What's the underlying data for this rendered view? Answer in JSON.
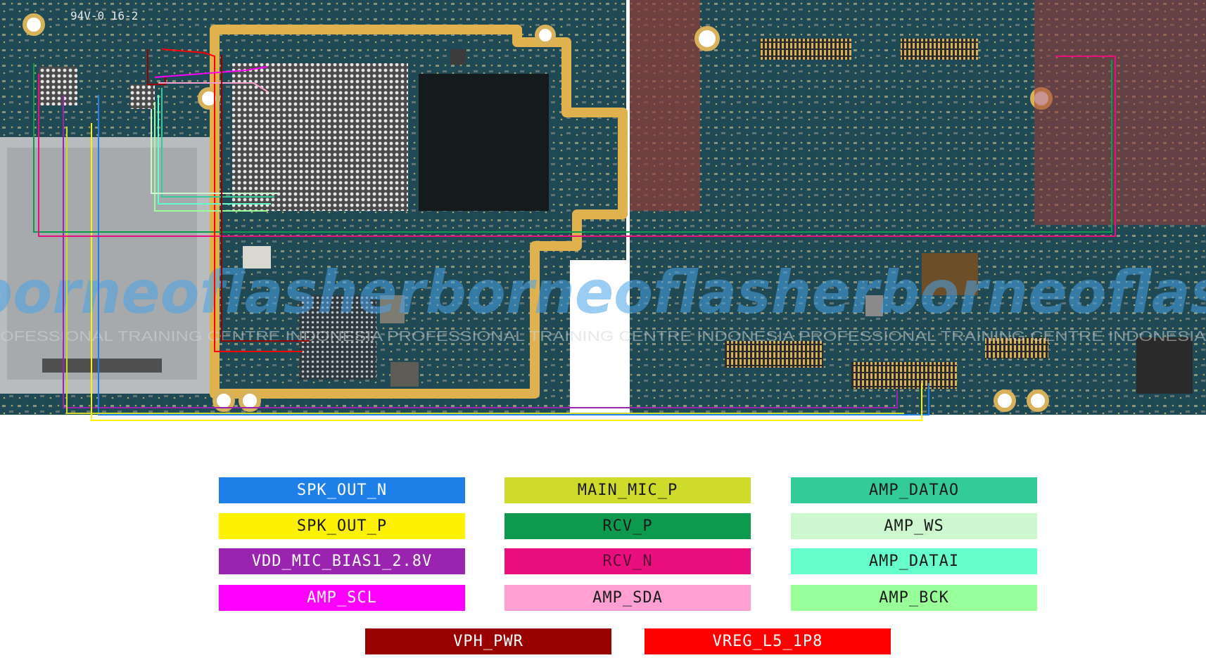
{
  "board": {
    "silkscreen": "94V-0 16-2",
    "watermark_brand": "borneoflasher",
    "watermark_sub": "PROFESSIONAL TRAINING CENTRE INDONESIA"
  },
  "legend": [
    {
      "label": "SPK_OUT_N",
      "color": "#1f7fe8",
      "text_color": "#ffffff"
    },
    {
      "label": "MAIN_MIC_P",
      "color": "#cfdb2a",
      "text_color": "#1a1a1a"
    },
    {
      "label": "AMP_DATAO",
      "color": "#33cc99",
      "text_color": "#1a1a1a"
    },
    {
      "label": "SPK_OUT_P",
      "color": "#fff200",
      "text_color": "#1a1a1a"
    },
    {
      "label": "RCV_P",
      "color": "#0e9a4e",
      "text_color": "#1a1a1a"
    },
    {
      "label": "AMP_WS",
      "color": "#ccf7cf",
      "text_color": "#1a1a1a"
    },
    {
      "label": "VDD_MIC_BIAS1_2.8V",
      "color": "#9a24b0",
      "text_color": "#ffffff"
    },
    {
      "label": "RCV_N",
      "color": "#ea0f7e",
      "text_color": "#5a0a2e"
    },
    {
      "label": "AMP_DATAI",
      "color": "#66ffcc",
      "text_color": "#1a1a1a"
    },
    {
      "label": "AMP_SCL",
      "color": "#ff00ff",
      "text_color": "#ffffff"
    },
    {
      "label": "AMP_SDA",
      "color": "#ff9fd2",
      "text_color": "#1a1a1a"
    },
    {
      "label": "AMP_BCK",
      "color": "#99ff99",
      "text_color": "#1a1a1a"
    },
    {
      "label": "VPH_PWR",
      "color": "#990000",
      "text_color": "#ffffff"
    },
    {
      "label": "VREG_L5_1P8",
      "color": "#ff0000",
      "text_color": "#ffffff"
    }
  ]
}
